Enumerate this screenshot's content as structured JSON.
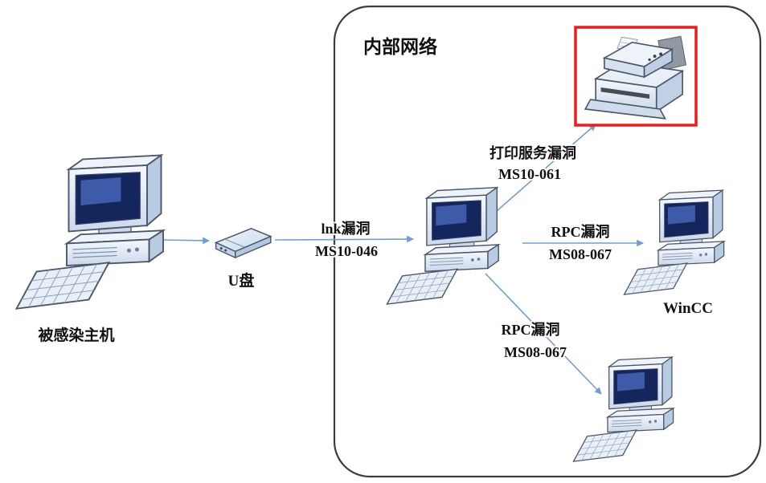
{
  "diagram": {
    "boundary_label": "内部网络",
    "nodes": {
      "infected_host": {
        "label": "被感染主机"
      },
      "usb": {
        "label": "U盘"
      },
      "wincc": {
        "label": "WinCC"
      }
    },
    "edges": {
      "lnk": {
        "vuln": "lnk漏洞",
        "advisory": "MS10-046"
      },
      "print_service": {
        "vuln": "打印服务漏洞",
        "advisory": "MS10-061"
      },
      "rpc_wincc": {
        "vuln": "RPC漏洞",
        "advisory": "MS08-067"
      },
      "rpc_second": {
        "vuln": "RPC漏洞",
        "advisory": "MS08-067"
      }
    },
    "colors": {
      "arrow": "#6f9ed6",
      "highlight": "#ee1c1c",
      "boundary_stroke": "#3c3c3c"
    }
  }
}
